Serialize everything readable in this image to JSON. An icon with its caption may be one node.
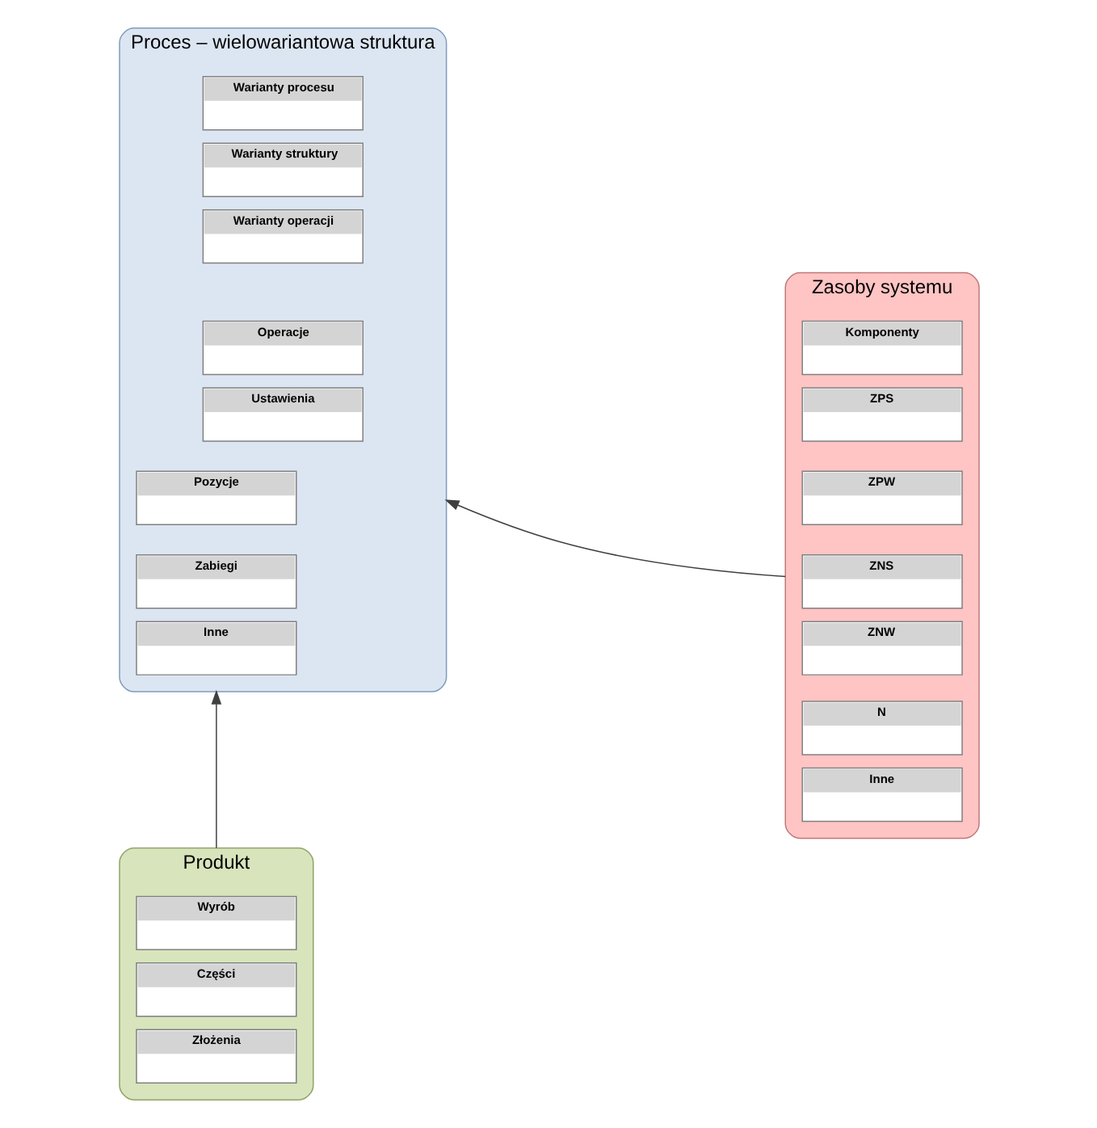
{
  "diagram": {
    "nodes": [
      {
        "text": [
          "Proces – wielowariantowa struktura"
        ]
      },
      {
        "text": [
          "Warianty procesu"
        ],
        "in": 0
      },
      {
        "text": [
          "Warianty struktury"
        ],
        "in": 0
      },
      {
        "text": [
          "Warianty operacji"
        ],
        "in": 0
      },
      {
        "text": [
          "Operacje"
        ],
        "in": 0
      },
      {
        "text": [
          "Ustawienia"
        ],
        "in": 0
      },
      {
        "text": [
          "Pozycje"
        ],
        "in": 0
      },
      {
        "text": [
          "Zabiegi"
        ],
        "in": 0
      },
      {
        "text": [
          "Inne"
        ],
        "in": 0
      },
      {
        "text": [
          "Zasoby systemu"
        ]
      },
      {
        "text": [
          "Komponenty"
        ],
        "in": 9
      },
      {
        "text": [
          "ZPS"
        ],
        "in": 9
      },
      {
        "text": [
          "ZPW"
        ],
        "in": 9
      },
      {
        "text": [
          "ZNS"
        ],
        "in": 9
      },
      {
        "text": [
          "ZNW"
        ],
        "in": 9
      },
      {
        "text": [
          "N"
        ],
        "in": 9
      },
      {
        "text": [
          "Inne"
        ],
        "in": 9
      },
      {
        "text": [
          "Produkt"
        ]
      },
      {
        "text": [
          "Wyrób"
        ],
        "in": 17
      },
      {
        "text": [
          "Części"
        ],
        "in": 17
      },
      {
        "text": [
          "Złożenia"
        ],
        "in": 17
      }
    ],
    "edges": [
      {
        "from": 9,
        "to": 0,
        "arrow": "to"
      },
      {
        "from": 17,
        "to": 0,
        "arrow": "to"
      }
    ]
  }
}
